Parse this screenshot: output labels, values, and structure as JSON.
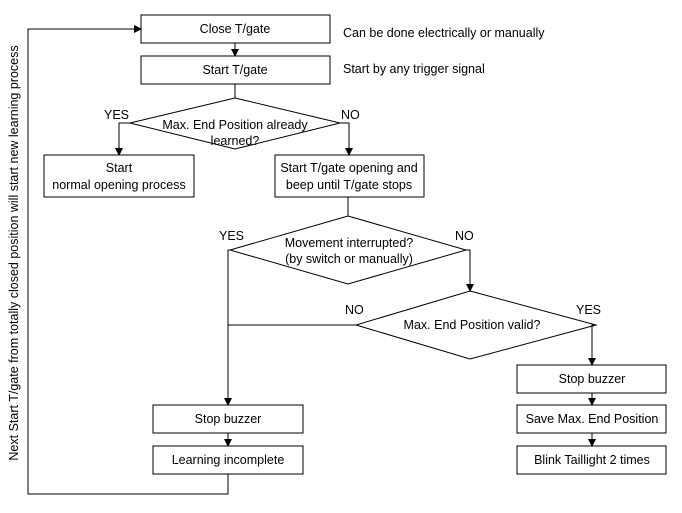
{
  "flowchart": {
    "boxes": {
      "close": "Close T/gate",
      "start": "Start T/gate",
      "normal_1": "Start",
      "normal_2": "normal opening process",
      "beep_1": "Start T/gate opening and",
      "beep_2": "beep until T/gate stops",
      "stop_left": "Stop buzzer",
      "incomplete": "Learning incomplete",
      "stop_right": "Stop buzzer",
      "save": "Save Max. End Position",
      "blink": "Blink Taillight 2 times"
    },
    "decisions": {
      "learned_1": "Max. End Position already",
      "learned_2": "learned?",
      "interrupted_1": "Movement interrupted?",
      "interrupted_2": "(by switch or manually)",
      "valid": "Max. End Position valid?"
    },
    "branch_labels": {
      "d1_yes": "YES",
      "d1_no": "NO",
      "d2_yes": "YES",
      "d2_no": "NO",
      "d3_no": "NO",
      "d3_yes": "YES"
    },
    "notes": {
      "close": "Can be done electrically or manually",
      "start": "Start by any trigger signal"
    },
    "side_label": "Next Start T/gate from totally closed position will start new learning process"
  }
}
